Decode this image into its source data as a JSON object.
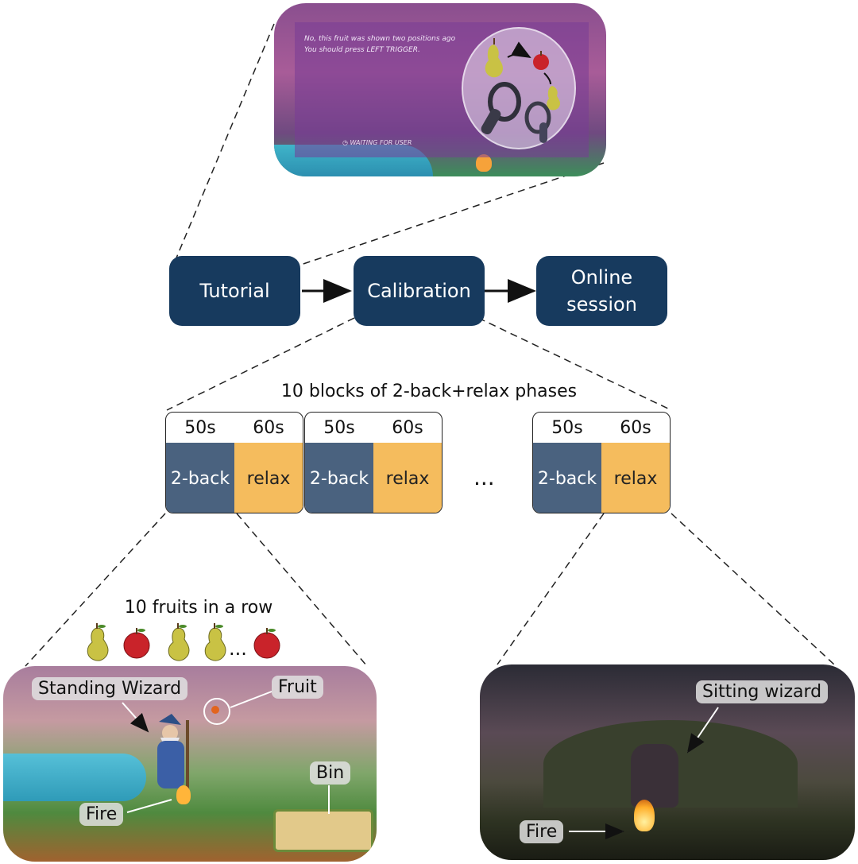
{
  "flow": {
    "tutorial": "Tutorial",
    "calibration": "Calibration",
    "online": "Online\nsession"
  },
  "calibration_caption": "10 blocks of 2-back+relax phases",
  "blocks": [
    {
      "task_time": "50s",
      "relax_time": "60s",
      "task_label": "2-back",
      "relax_label": "relax"
    },
    {
      "task_time": "50s",
      "relax_time": "60s",
      "task_label": "2-back",
      "relax_label": "relax"
    },
    {
      "task_time": "50s",
      "relax_time": "60s",
      "task_label": "2-back",
      "relax_label": "relax"
    }
  ],
  "ellipsis": "...",
  "fruits_caption": "10 fruits in a row",
  "fruits_row": {
    "sequence": [
      "pear-icon",
      "apple-icon",
      "pear-icon",
      "pear-icon",
      "apple-icon"
    ],
    "ellipsis": "...",
    "colors": {
      "pear": "#c9c244",
      "apple": "#c9232a"
    }
  },
  "top_panel": {
    "message": "No, this fruit was shown two positions ago\nYou should press LEFT TRIGGER.",
    "waiting": "WAITING FOR USER"
  },
  "bottom_left_panel": {
    "labels": {
      "standing_wizard": "Standing Wizard",
      "fruit": "Fruit",
      "bin": "Bin",
      "fire": "Fire"
    }
  },
  "bottom_right_panel": {
    "labels": {
      "sitting_wizard": "Sitting wizard",
      "fire": "Fire"
    }
  },
  "colors": {
    "flow_box": "#173a5e",
    "task_cell": "#4a627f",
    "relax_cell": "#f5bc5d"
  }
}
